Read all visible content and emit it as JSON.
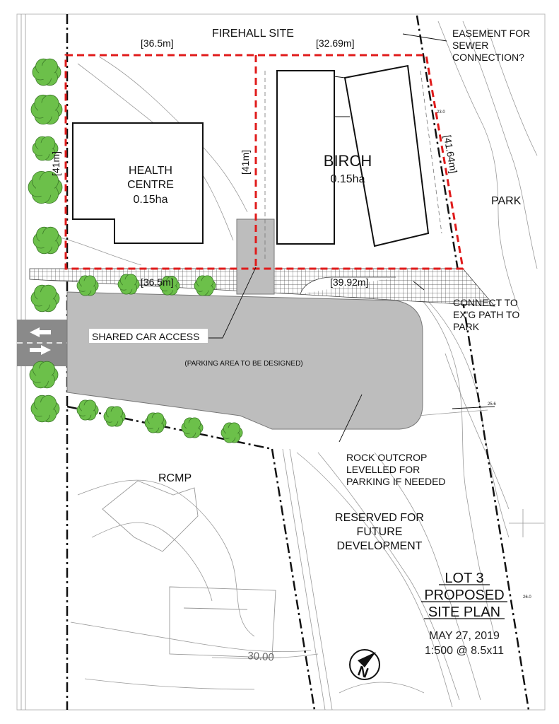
{
  "sites": {
    "firehall": "FIREHALL SITE",
    "park": "PARK",
    "rcmp": "RCMP",
    "reserved": [
      "RESERVED FOR",
      "FUTURE",
      "DEVELOPMENT"
    ]
  },
  "dimensions": {
    "top_left": "[36.5m]",
    "top_right": "[32.69m]",
    "left_side": "[41m]",
    "center": "[41m]",
    "right_side": "[41.64m]",
    "bottom_left": "[36.5m]",
    "bottom_right": "[39.92m]"
  },
  "buildings": {
    "health_centre": {
      "name": [
        "HEALTH",
        "CENTRE"
      ],
      "area": "0.15ha"
    },
    "birch": {
      "name": "BIRCH",
      "area": "0.15ha"
    }
  },
  "notes": {
    "easement": [
      "EASEMENT FOR",
      "SEWER",
      "CONNECTION?"
    ],
    "connect_path": [
      "CONNECT TO",
      "EX'G PATH TO",
      "PARK"
    ],
    "shared_access": "SHARED CAR ACCESS",
    "parking": "(PARKING AREA TO BE DESIGNED)",
    "rock": [
      "ROCK OUTCROP",
      "LEVELLED FOR",
      "PARKING IF NEEDED"
    ]
  },
  "contour_labels": {
    "major": "30.00",
    "spot_1": "23.0",
    "spot_2": "25.6",
    "spot_3": "26.0"
  },
  "title_block": {
    "title": [
      "LOT 3",
      "PROPOSED",
      "SITE PLAN"
    ],
    "date": "MAY 27, 2019",
    "scale": "1:500 @ 8.5x11"
  },
  "north_arrow": {
    "letter": "N"
  },
  "colors": {
    "boundary_red": "#e01b1b",
    "tree_green": "#6cc04a",
    "parking_gray": "#bdbdbd",
    "road_gray": "#8a8a8a"
  }
}
